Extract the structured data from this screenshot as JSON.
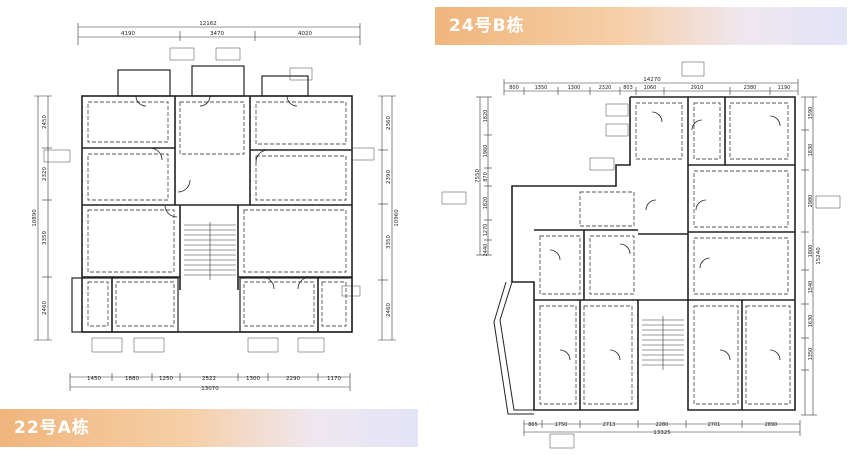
{
  "labels": {
    "building_a": "22号A栋",
    "building_b": "24号B栋"
  },
  "plan_a": {
    "top_total": "12162",
    "top_dims": [
      "4190",
      "3470",
      "4020"
    ],
    "left_dims": [
      "2450",
      "2320",
      "3350",
      "2460"
    ],
    "left_total": "10890",
    "right_dims": [
      "2360",
      "2390",
      "3350",
      "2460"
    ],
    "right_total": "10960",
    "bottom_dims": [
      "1450",
      "1880",
      "1250",
      "2522",
      "1300",
      "2290",
      "1170"
    ],
    "bottom_total": "13070"
  },
  "plan_b": {
    "top_total": "14270",
    "top_dims": [
      "800",
      "1350",
      "1300",
      "2320",
      "803",
      "1060",
      "2910",
      "2380",
      "1190"
    ],
    "left_dims": [
      "1820",
      "1960",
      "870",
      "1820",
      "1270",
      "2440"
    ],
    "left_total": "7550",
    "right_dims": [
      "1590",
      "1830",
      "2980",
      "1800",
      "1540",
      "1630",
      "1350"
    ],
    "right_total": "15240",
    "bottom_dims": [
      "865",
      "1750",
      "2713",
      "2280",
      "2701",
      "2890"
    ],
    "bottom_total": "13325"
  },
  "colors": {
    "banner_start": "#f0b57c",
    "banner_end": "#e3e4f7",
    "line": "#222222"
  }
}
